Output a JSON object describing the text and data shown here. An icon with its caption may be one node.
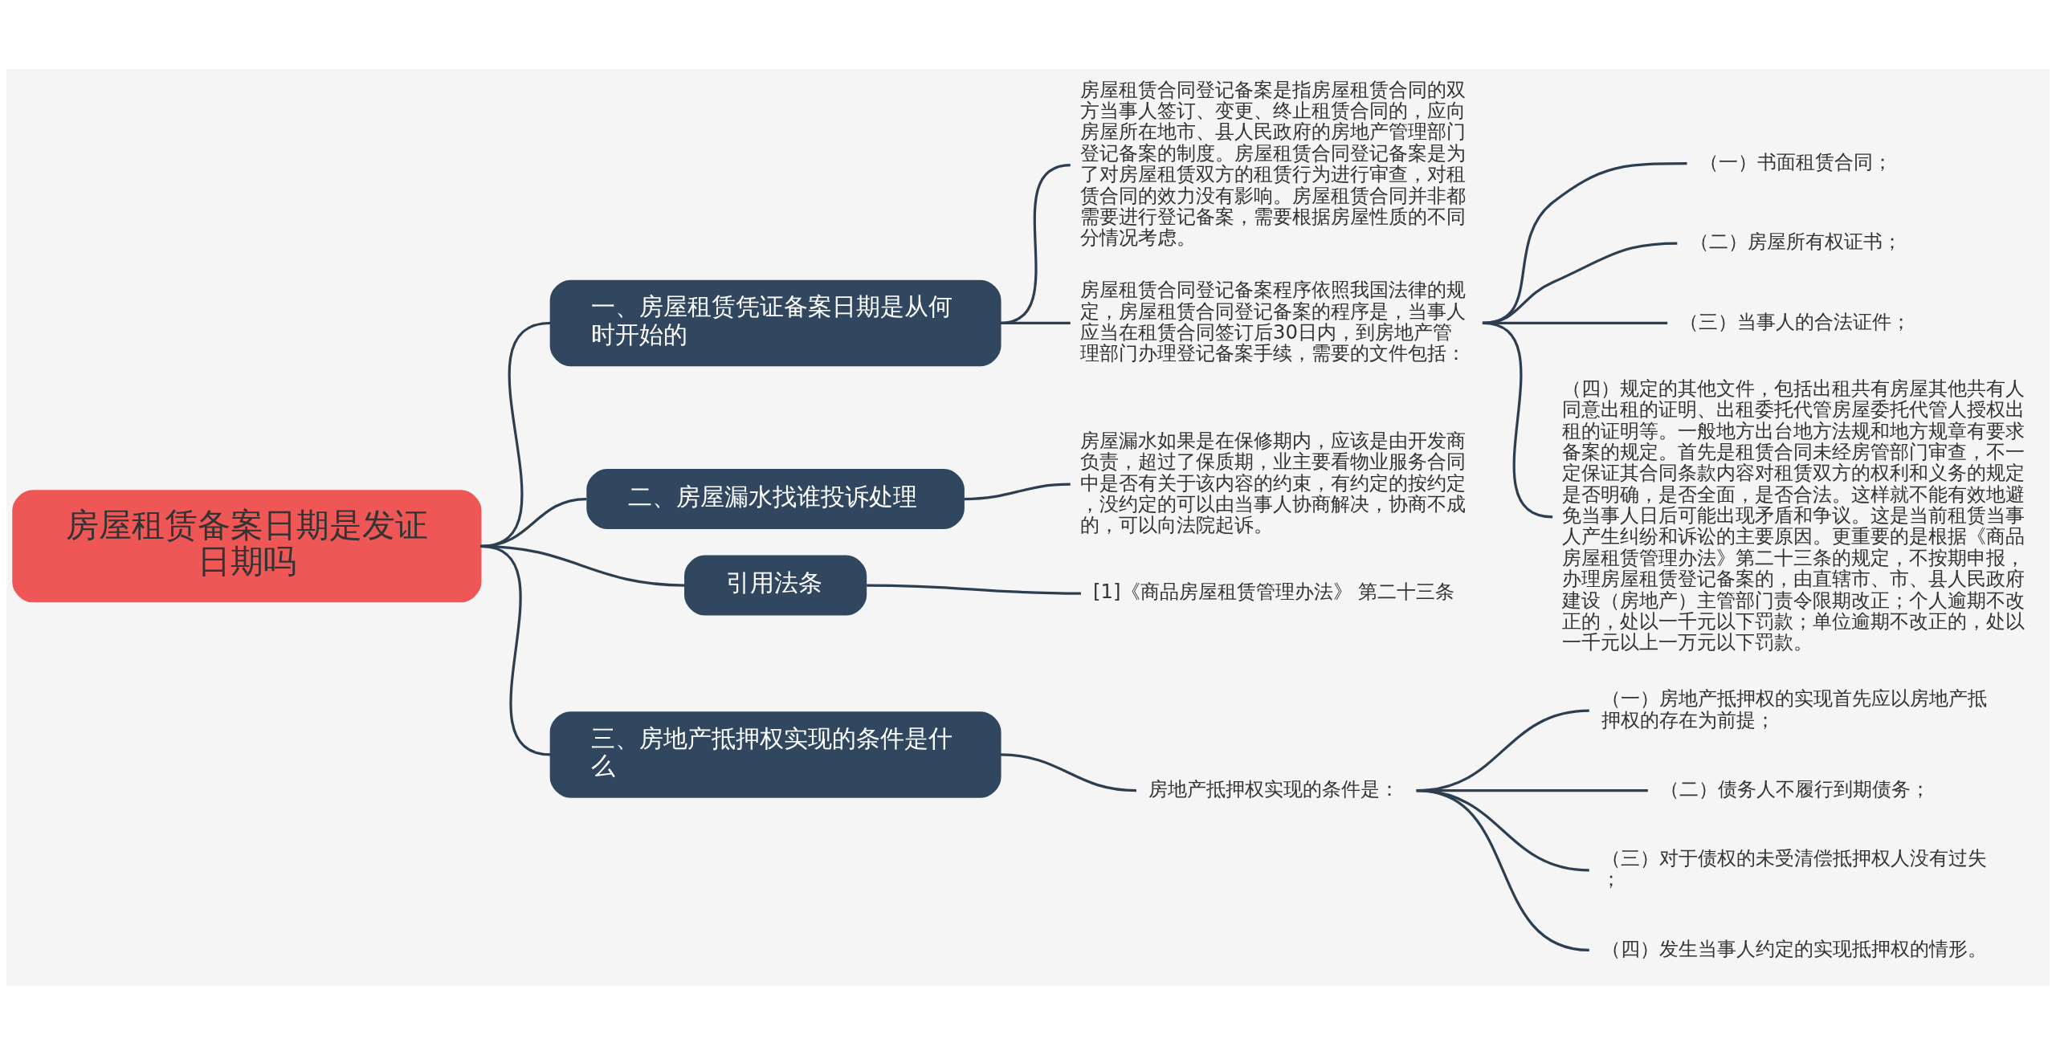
{
  "diagram": {
    "nodes": [
      {
        "text": [
          "房屋租赁备案日期是发证日期吗"
        ]
      },
      {
        "text": [
          "一、房屋租赁凭证备案日期是从何时开始的"
        ]
      },
      {
        "text": [
          "房屋租赁合同登记备案是指房屋租赁合同的双方当事人签订、变更、终止租赁合同的，应向房屋所在地市、县人民政府的房地产管理部门登记备案的制度。房屋租赁合同登记备案是为了对房屋租赁双方的租赁行为进行审查，对租赁合同的效力没有影响。房屋租赁合同并非都需要进行登记备案，需要根据房屋性质的不同分情况考虑。"
        ]
      },
      {
        "text": [
          "房屋租赁合同登记备案程序依照我国法律的规定，房屋租赁合同登记备案的程序是，当事人应当在租赁合同签订后30日内，到房地产管理部门办理登记备案手续，需要的文件包括："
        ]
      },
      {
        "text": [
          "（一）书面租赁合同；"
        ]
      },
      {
        "text": [
          "（二）房屋所有权证书；"
        ]
      },
      {
        "text": [
          "（三）当事人的合法证件；"
        ]
      },
      {
        "text": [
          "（四）规定的其他文件，包括出租共有房屋其他共有人同意出租的证明、出租委托代管房屋委托代管人授权出租的证明等。一般地方出台地方法规和地方规章有要求备案的规定。首先是租赁合同未经房管部门审查，不一定保证其合同条款内容对租赁双方的权利和义务的规定是否明确，是否全面，是否合法。这样就不能有效地避免当事人日后可能出现矛盾和争议。这是当前租赁当事人产生纠纷和诉讼的主要原因。更重要的是根据《商品房屋租赁管理办法》第二十三条的规定，不按期申报，办理房屋租赁登记备案的，由直辖市、市、县人民政府建设（房地产）主管部门责令限期改正；个人逾期不改正的，处以一千元以下罚款；单位逾期不改正的，处以一千元以上一万元以下罚款。"
        ]
      },
      {
        "text": [
          "二、房屋漏水找谁投诉处理"
        ]
      },
      {
        "text": [
          "房屋漏水如果是在保修期内，应该是由开发商负责，超过了保质期，业主要看物业服务合同中是否有关于该内容的约束，有约定的按约定，没约定的可以由当事人协商解决，协商不成的，可以向法院起诉。"
        ]
      },
      {
        "text": [
          "引用法条"
        ]
      },
      {
        "text": [
          "[1]《商品房屋租赁管理办法》 第二十三条"
        ]
      },
      {
        "text": [
          "三、房地产抵押权实现的条件是什么"
        ]
      },
      {
        "text": [
          "房地产抵押权实现的条件是："
        ]
      },
      {
        "text": [
          "（一）房地产抵押权的实现首先应以房地产抵押权的存在为前提；"
        ]
      },
      {
        "text": [
          "（二）债务人不履行到期债务；"
        ]
      },
      {
        "text": [
          "（三）对于债权的未受清偿抵押权人没有过失；"
        ]
      },
      {
        "text": [
          "（四）发生当事人约定的实现抵押权的情形。"
        ]
      }
    ],
    "edges": [
      {
        "from": 0,
        "to": 1,
        "arrow": "none"
      },
      {
        "from": 1,
        "to": 2,
        "arrow": "none"
      },
      {
        "from": 1,
        "to": 3,
        "arrow": "none"
      },
      {
        "from": 3,
        "to": 4,
        "arrow": "none"
      },
      {
        "from": 3,
        "to": 5,
        "arrow": "none"
      },
      {
        "from": 3,
        "to": 6,
        "arrow": "none"
      },
      {
        "from": 3,
        "to": 7,
        "arrow": "none"
      },
      {
        "from": 0,
        "to": 8,
        "arrow": "none"
      },
      {
        "from": 8,
        "to": 9,
        "arrow": "none"
      },
      {
        "from": 0,
        "to": 10,
        "arrow": "none"
      },
      {
        "from": 10,
        "to": 11,
        "arrow": "none"
      },
      {
        "from": 0,
        "to": 12,
        "arrow": "none"
      },
      {
        "from": 12,
        "to": 13,
        "arrow": "none"
      },
      {
        "from": 13,
        "to": 14,
        "arrow": "none"
      },
      {
        "from": 13,
        "to": 15,
        "arrow": "none"
      },
      {
        "from": 13,
        "to": 16,
        "arrow": "none"
      },
      {
        "from": 13,
        "to": 17,
        "arrow": "none"
      }
    ]
  }
}
